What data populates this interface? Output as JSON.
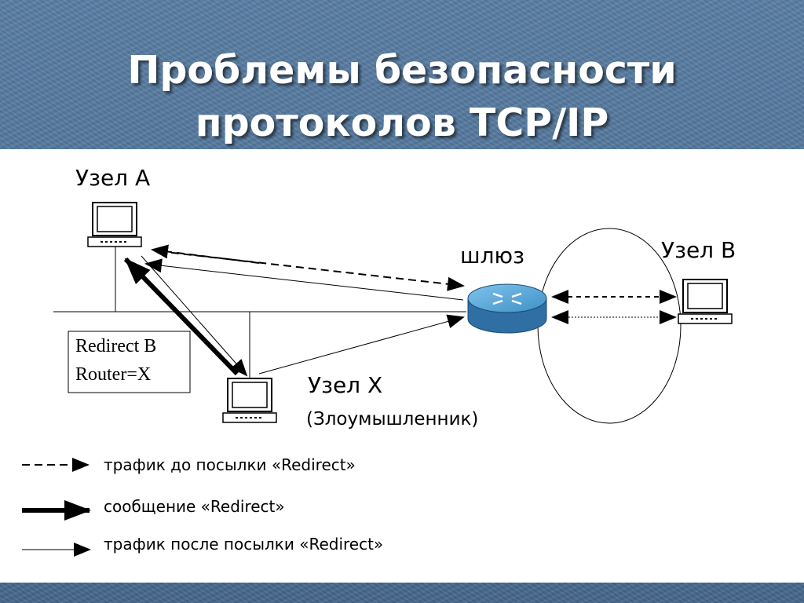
{
  "slide": {
    "title_line1": "Проблемы безопасности",
    "title_line2": "протоколов TCP/IP"
  },
  "nodes": {
    "node_a": "Узел А",
    "node_b": "Узел В",
    "node_x": "Узел Х",
    "node_x_role": "(Злоумышленник)",
    "gateway": "шлюз"
  },
  "redirect_box": {
    "line1": "Redirect B",
    "line2": "Router=X"
  },
  "legend": [
    {
      "style": "dashed",
      "label": "трафик до посылки «Redirect»"
    },
    {
      "style": "bold",
      "label": "сообщение «Redirect»"
    },
    {
      "style": "thin",
      "label": "трафик после посылки «Redirect»"
    }
  ]
}
